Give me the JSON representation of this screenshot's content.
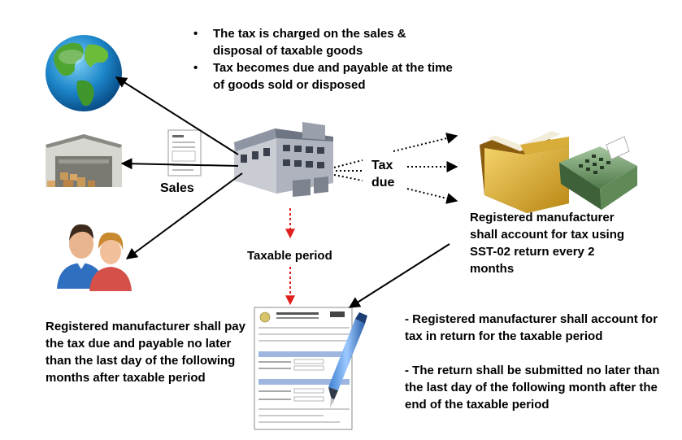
{
  "bullets": [
    "The tax is charged on the sales & disposal of taxable goods",
    "Tax becomes due and payable at the time of goods sold or disposed"
  ],
  "labels": {
    "sales": "Sales",
    "tax_due_line1": "Tax",
    "tax_due_line2": "due",
    "taxable_period": "Taxable period",
    "account_note": "Registered manufacturer shall account for tax using SST-02 return every 2 months",
    "pay_note": "Registered manufacturer shall pay the tax due and payable no later than the last day of the following months after taxable period",
    "return_note_1": "- Registered manufacturer shall account for tax in return for the taxable period",
    "return_note_2": "- The return  shall be submitted no later than the last day of the following month after the end of the taxable period"
  },
  "icons": [
    "globe-icon",
    "warehouse-icon",
    "invoice-icon",
    "factory-icon",
    "people-icon",
    "folder-icon",
    "calculator-icon",
    "return-form-icon",
    "pen-icon"
  ],
  "colors": {
    "arrow": "#000000",
    "dotted_red": "#e0201c"
  }
}
